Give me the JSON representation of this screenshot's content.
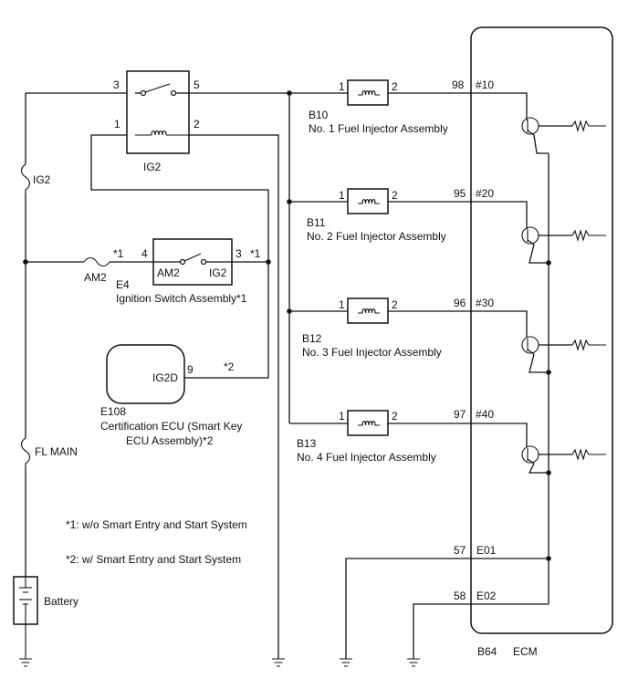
{
  "labels": {
    "ig2_relay": "IG2",
    "relay_pin3": "3",
    "relay_pin5": "5",
    "relay_pin1": "1",
    "relay_pin2": "2",
    "fuse_ig2": "IG2",
    "fuse_am2": "AM2",
    "star1_left": "*1",
    "ign_pin4": "4",
    "ign_pin3": "3",
    "star1_right": "*1",
    "ign_am2": "AM2",
    "ign_ig2": "IG2",
    "ign_code": "E4",
    "ign_name": "Ignition Switch Assembly*1",
    "cert_ig2d": "IG2D",
    "cert_pin9": "9",
    "star2": "*2",
    "cert_code": "E108",
    "cert_name_line1": "Certification ECU (Smart Key",
    "cert_name_line2": "ECU Assembly)*2",
    "fuse_fl_main": "FL MAIN",
    "note1": "*1: w/o Smart Entry and Start System",
    "note2": "*2: w/ Smart Entry and Start System",
    "battery": "Battery",
    "ecm_code": "B64",
    "ecm_name": "ECM"
  },
  "injectors": [
    {
      "pin_in": "1",
      "pin_out": "2",
      "ecm_pin": "98",
      "ecm_signal": "#10",
      "code": "B10",
      "name": "No. 1 Fuel Injector Assembly"
    },
    {
      "pin_in": "1",
      "pin_out": "2",
      "ecm_pin": "95",
      "ecm_signal": "#20",
      "code": "B11",
      "name": "No. 2 Fuel Injector Assembly"
    },
    {
      "pin_in": "1",
      "pin_out": "2",
      "ecm_pin": "96",
      "ecm_signal": "#30",
      "code": "B12",
      "name": "No. 3 Fuel Injector Assembly"
    },
    {
      "pin_in": "1",
      "pin_out": "2",
      "ecm_pin": "97",
      "ecm_signal": "#40",
      "code": "B13",
      "name": "No. 4 Fuel Injector Assembly"
    }
  ],
  "grounds": [
    {
      "ecm_pin": "57",
      "signal": "E01"
    },
    {
      "ecm_pin": "58",
      "signal": "E02"
    }
  ]
}
